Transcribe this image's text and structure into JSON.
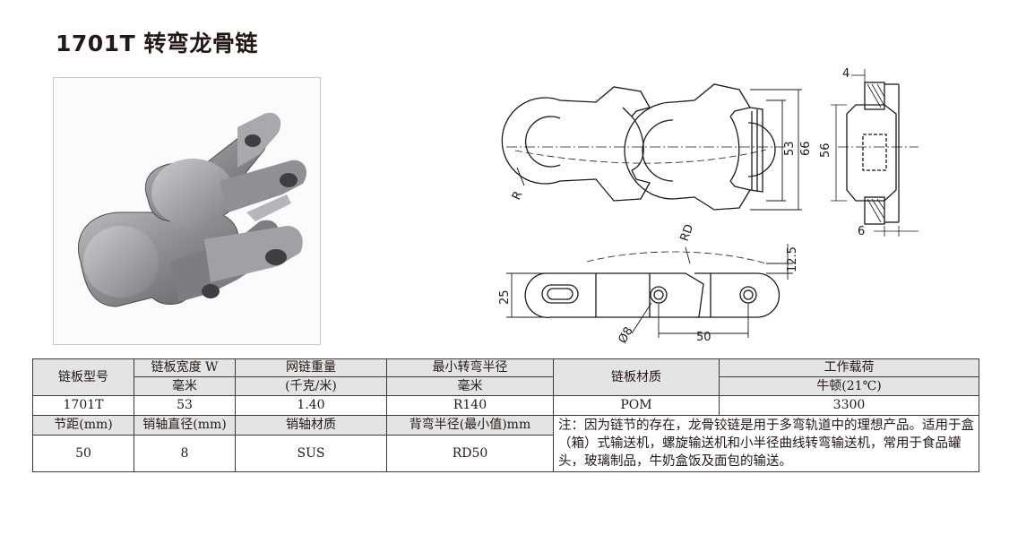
{
  "title": "1701T 转弯龙骨链",
  "drawing": {
    "dim_4": "4",
    "dim_6": "6",
    "dim_53": "53",
    "dim_66": "66",
    "dim_56": "56",
    "dim_r": "R",
    "dim_rd": "RD",
    "dim_12_5": "12.5",
    "dim_25": "25",
    "dim_phi8": "Ø8",
    "dim_50": "50"
  },
  "table": {
    "h_model": "链板型号",
    "h_width": "链板宽度 W",
    "h_width_unit": "毫米",
    "h_weight": "网链重量",
    "h_weight_unit": "(千克/米)",
    "h_radius": "最小转弯半径",
    "h_radius_unit": "毫米",
    "h_material": "链板材质",
    "h_load": "工作载荷",
    "h_load_unit": "牛顿(21℃)",
    "v_model": "1701T",
    "v_width": "53",
    "v_weight": "1.40",
    "v_radius": "R140",
    "v_material": "POM",
    "v_load": "3300",
    "h_pitch": "节距(mm)",
    "h_pin_dia": "销轴直径(mm)",
    "h_pin_material": "销轴材质",
    "h_back_radius": "背弯半径(最小值)mm",
    "v_pitch": "50",
    "v_pin_dia": "8",
    "v_pin_material": "SUS",
    "v_back_radius": "RD50",
    "note": "注：因为链节的存在，龙骨铰链是用于多弯轨道中的理想产品。适用于盒（箱）式输送机，螺旋输送机和小半径曲线转弯输送机，常用于食品罐头，玻璃制品，牛奶盒饭及面包的输送。"
  }
}
